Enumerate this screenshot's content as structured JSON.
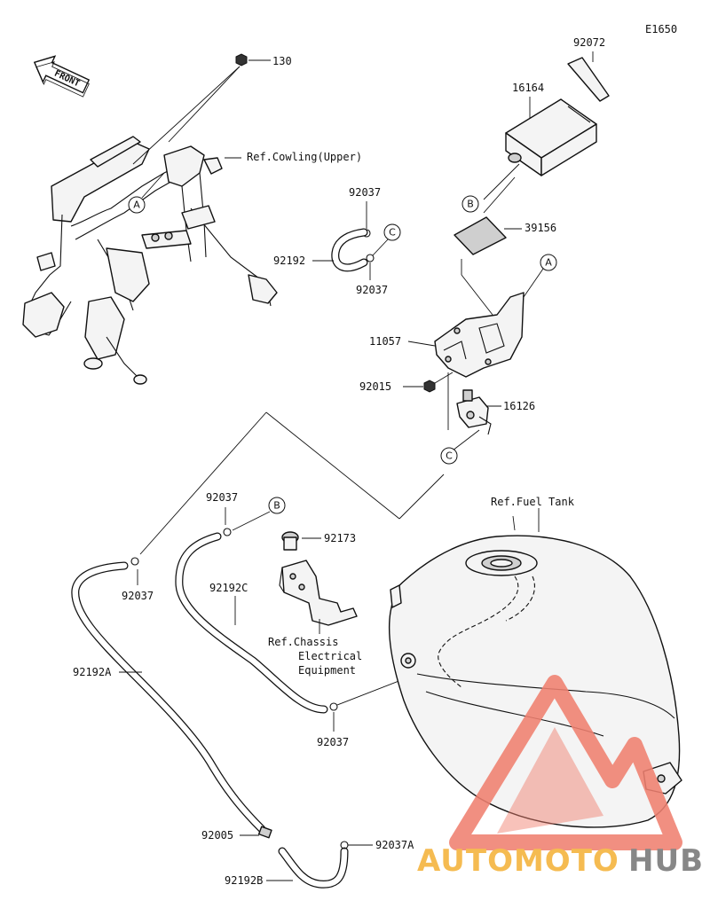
{
  "diagram_code": "E1650",
  "front_label": "FRONT",
  "part_numbers": {
    "p130": "130",
    "p92072": "92072",
    "p16164": "16164",
    "p92037_a": "92037",
    "p39156": "39156",
    "p92192": "92192",
    "p92037_b": "92037",
    "p11057": "11057",
    "p92015": "92015",
    "p16126": "16126",
    "p92037_c": "92037",
    "p92173": "92173",
    "p92037_d": "92037",
    "p92192C": "92192C",
    "p92192A": "92192A",
    "p92037_e": "92037",
    "p92005": "92005",
    "p92037A": "92037A",
    "p92192B": "92192B"
  },
  "references": {
    "cowling": "Ref.Cowling(Upper)",
    "fuel_tank": "Ref.Fuel Tank",
    "chassis_line1": "Ref.Chassis",
    "chassis_line2": "Electrical",
    "chassis_line3": "Equipment"
  },
  "callouts": {
    "a1": "A",
    "a2": "A",
    "b1": "B",
    "b2": "B",
    "c1": "C",
    "c2": "C"
  },
  "watermark": {
    "part1": "AUTOMOTO",
    "part2": "HUB",
    "color_primary": "#f08070",
    "color_secondary": "#f4b23a",
    "color_tertiary": "#777777"
  }
}
